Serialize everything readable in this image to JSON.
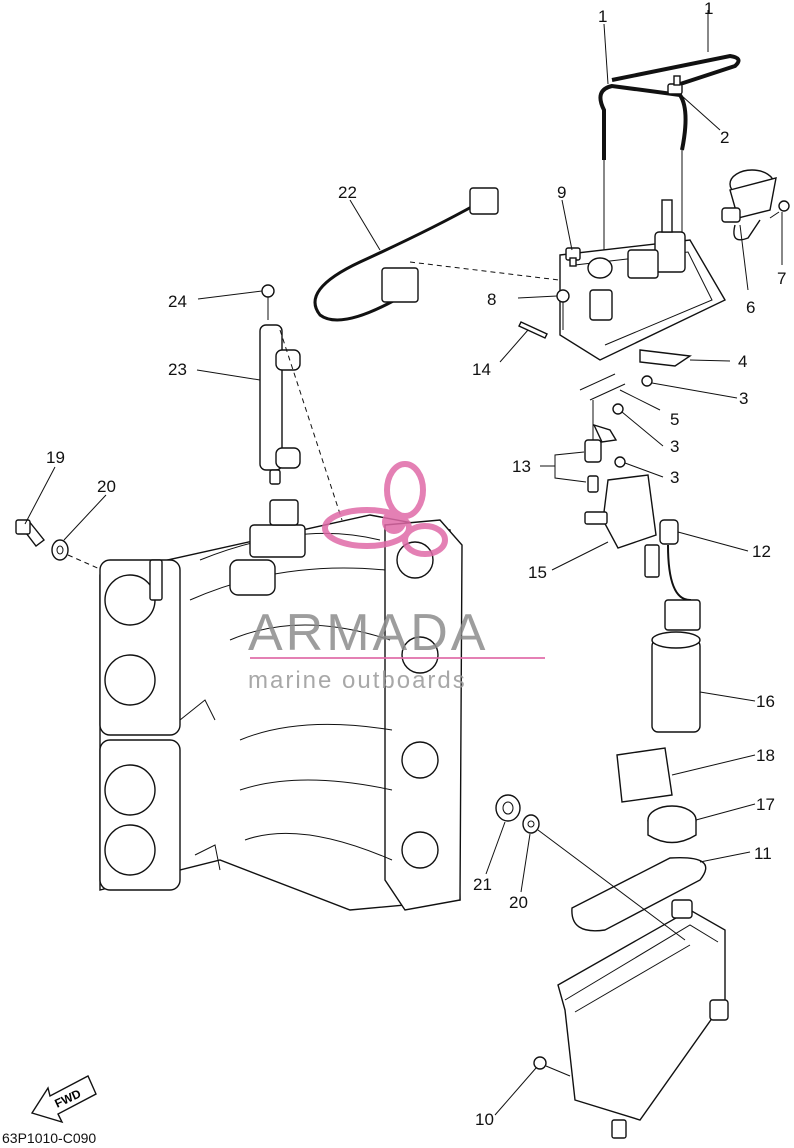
{
  "watermark": {
    "brand": "ARMADA",
    "tagline": "marine outboards",
    "accent": "#e06aa8"
  },
  "diagram_code": "63P1010-C090",
  "fwd_label": "FWD",
  "callouts": [
    "1",
    "1",
    "2",
    "9",
    "22",
    "7",
    "6",
    "8",
    "24",
    "4",
    "14",
    "3",
    "23",
    "5",
    "3",
    "19",
    "20",
    "13",
    "3",
    "12",
    "15",
    "16",
    "18",
    "17",
    "11",
    "21",
    "20",
    "10"
  ]
}
